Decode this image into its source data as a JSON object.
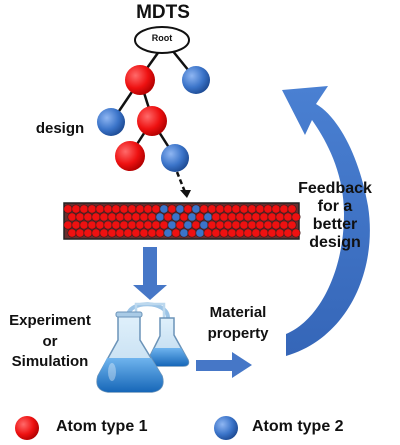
{
  "title": "MDTS",
  "tree": {
    "root_label": "Root"
  },
  "labels": {
    "design": "design",
    "feedback": "Feedback\nfor a\nbetter\ndesign",
    "experiment": "Experiment\nor\nSimulation",
    "material_property": "Material\nproperty"
  },
  "legend": [
    {
      "label": "Atom type 1",
      "color": "#ee1111"
    },
    {
      "label": "Atom type 2",
      "color": "#3b74c9"
    }
  ],
  "colors": {
    "atom_type_1": "#ee1111",
    "atom_type_2": "#3b74c9",
    "arrow": "#3f72c4",
    "flask_liquid": "#2f86d9"
  }
}
